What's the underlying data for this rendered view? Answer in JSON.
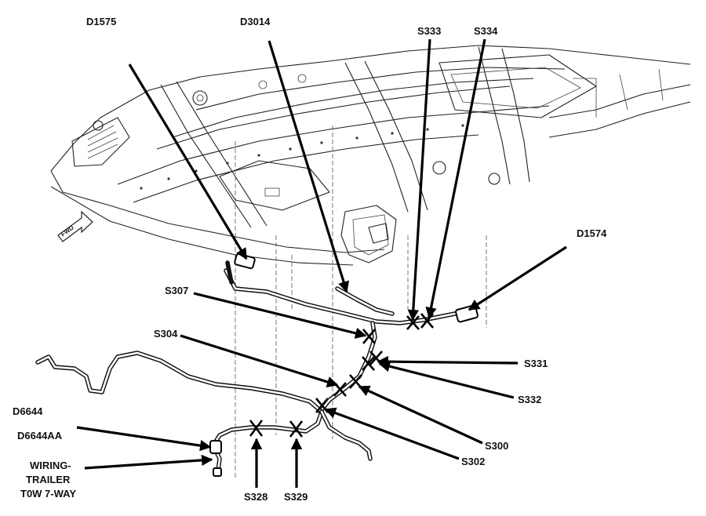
{
  "labels": {
    "d1575": "D1575",
    "d3014": "D3014",
    "s333": "S333",
    "s334": "S334",
    "d1574": "D1574",
    "s307": "S307",
    "s304": "S304",
    "s331": "S331",
    "s332": "S332",
    "s300": "S300",
    "s302": "S302",
    "d6644": "D6644",
    "d6644aa": "D6644AA",
    "wiring_line1": "WIRING-",
    "wiring_line2": "TRAILER",
    "wiring_line3": "T0W 7-WAY",
    "s328": "S328",
    "s329": "S329",
    "fwd": "FWD"
  }
}
